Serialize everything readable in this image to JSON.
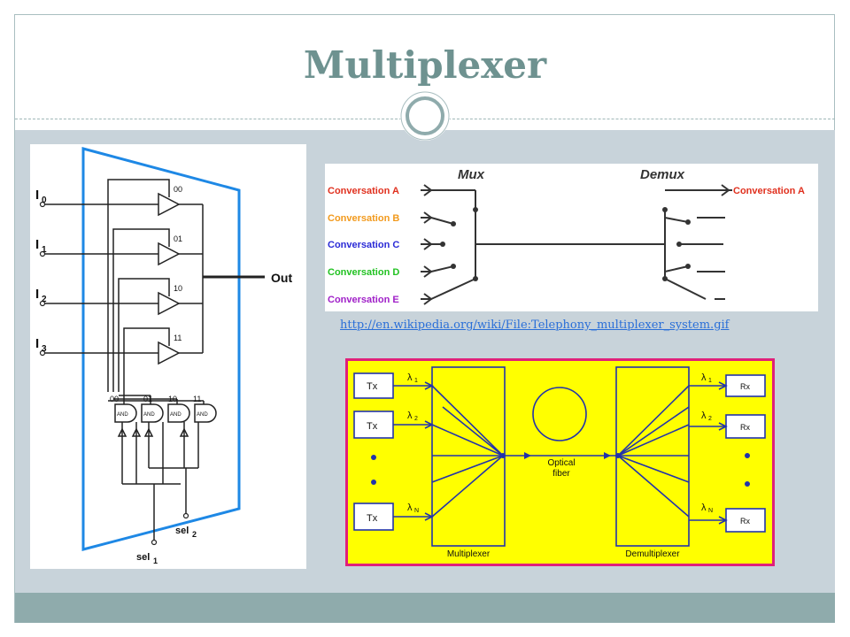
{
  "slide": {
    "title": "Multiplexer",
    "source_link": "http://en.wikipedia.org/wiki/File:Telephony_multiplexer_system.gif"
  },
  "mux_logic_diagram": {
    "inputs": [
      "I",
      "I",
      "I",
      "I"
    ],
    "input_subscripts": [
      "0",
      "1",
      "2",
      "3"
    ],
    "gate_codes": [
      "00",
      "01",
      "10",
      "11"
    ],
    "and_gate_codes": [
      "00",
      "01",
      "10",
      "11"
    ],
    "and_label": "AND",
    "output_label": "Out",
    "select_lines": [
      "sel",
      "sel"
    ],
    "select_subscripts": [
      "1",
      "2"
    ]
  },
  "telephony_diagram": {
    "mux_label": "Mux",
    "demux_label": "Demux",
    "conversations": [
      {
        "label": "Conversation A",
        "color": "#e0301e"
      },
      {
        "label": "Conversation B",
        "color": "#f29a1d"
      },
      {
        "label": "Conversation C",
        "color": "#2a2ad6"
      },
      {
        "label": "Conversation D",
        "color": "#22c222"
      },
      {
        "label": "Conversation E",
        "color": "#a020c8"
      }
    ],
    "output_label": "Conversation A",
    "output_color": "#e0301e"
  },
  "optical_diagram": {
    "background": "#ffff00",
    "border": "#e0207a",
    "tx_labels": [
      "Tx",
      "Tx",
      "Tx"
    ],
    "rx_labels": [
      "Rx",
      "Rx",
      "Rx"
    ],
    "lambda_symbol": "λ",
    "lambda_subscripts": [
      "1",
      "2",
      "N"
    ],
    "fiber_label_line1": "Optical",
    "fiber_label_line2": "fiber",
    "multiplexer_label": "Multiplexer",
    "demultiplexer_label": "Demultiplexer"
  },
  "colors": {
    "title": "#6e9290",
    "content_band": "#c8d3da",
    "bottom_band": "#8fabac",
    "mux_outline": "#1e88e5",
    "link": "#2a6fd8"
  }
}
